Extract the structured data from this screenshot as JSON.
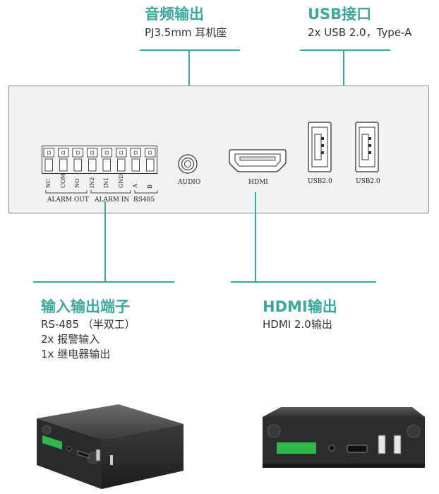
{
  "callouts": {
    "audio": {
      "title": "音频输出",
      "subtitle": "PJ3.5mm 耳机座"
    },
    "usb": {
      "title": "USB接口",
      "subtitle": "2x USB 2.0，Type-A"
    },
    "terminal": {
      "title": "输入输出端子",
      "lines": [
        "RS-485 （半双工）",
        "2x 报警输入",
        "1x 继电器输出"
      ]
    },
    "hdmi": {
      "title": "HDMI输出",
      "subtitle": "HDMI 2.0输出"
    }
  },
  "panel": {
    "pins": [
      "NC",
      "COM",
      "NO",
      "IN2",
      "IN1",
      "GND",
      "A",
      "B"
    ],
    "group_labels": {
      "alarm_out": "ALARM OUT",
      "alarm_in": "ALARM IN",
      "rs485": "RS485"
    },
    "port_labels": {
      "audio": "AUDIO",
      "hdmi": "HDMI",
      "usb1": "USB2.0",
      "usb2": "USB2.0"
    }
  },
  "colors": {
    "accent": "#3aa89a",
    "terminal_green": "#2fb84a",
    "device_body": "#2c2c2e"
  }
}
